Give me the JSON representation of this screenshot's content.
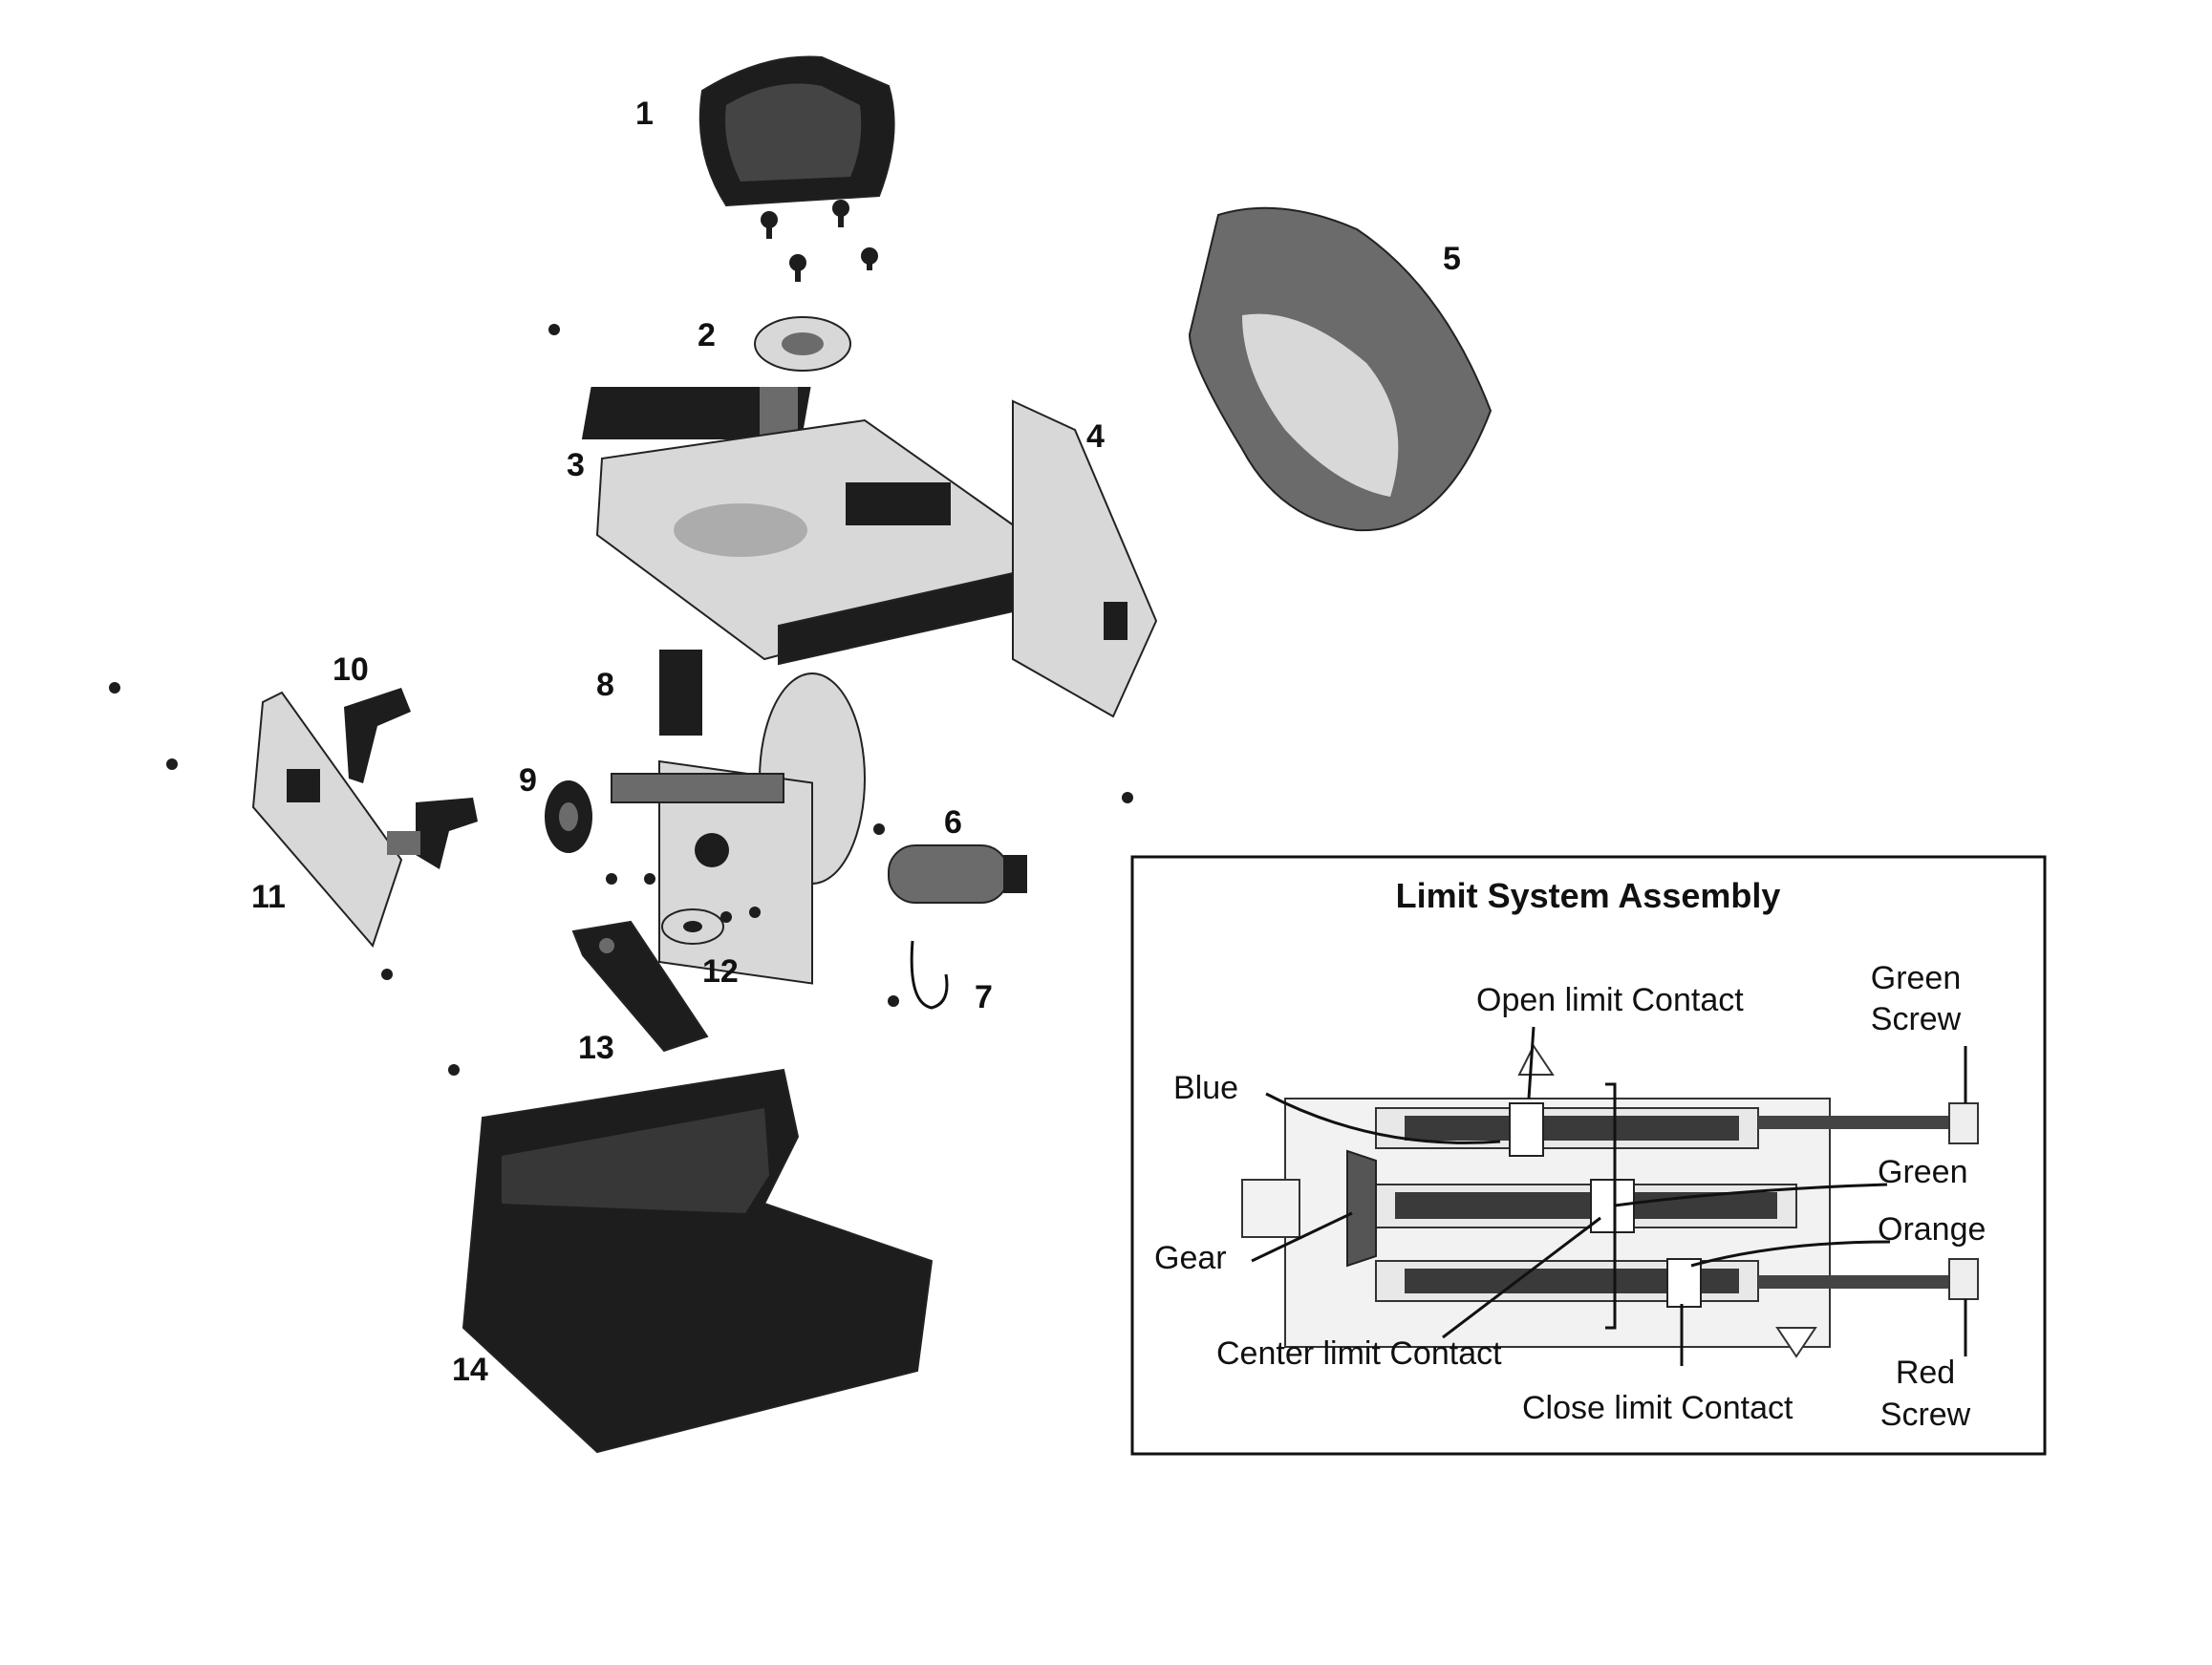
{
  "part_numbers": [
    "1",
    "2",
    "3",
    "4",
    "5",
    "6",
    "7",
    "8",
    "9",
    "10",
    "11",
    "12",
    "13",
    "14"
  ],
  "inset": {
    "title": "Limit System Assembly",
    "labels": {
      "open_limit": "Open limit Contact",
      "green_screw_line1": "Green",
      "green_screw_line2": "Screw",
      "blue": "Blue",
      "green": "Green",
      "orange": "Orange",
      "gear": "Gear",
      "center_limit": "Center limit Contact",
      "close_limit": "Close limit Contact",
      "red_screw_line1": "Red",
      "red_screw_line2": "Screw"
    }
  }
}
